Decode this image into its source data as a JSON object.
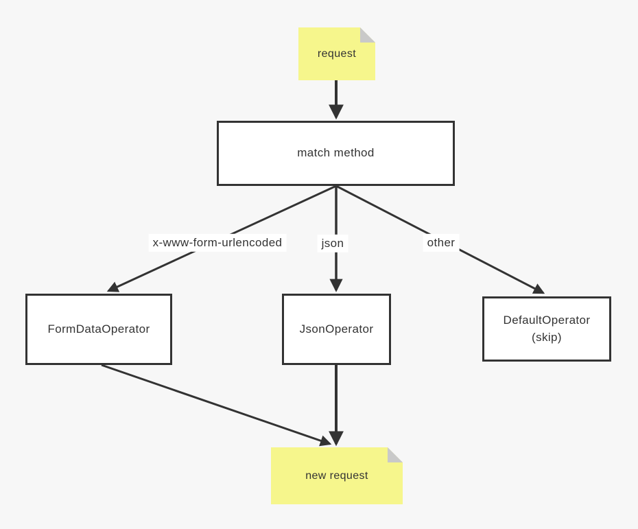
{
  "diagram": {
    "nodes": {
      "request_note": "request",
      "match_method": "match method",
      "form_data_operator": "FormDataOperator",
      "json_operator": "JsonOperator",
      "default_operator_line1": "DefaultOperator",
      "default_operator_line2": "(skip)",
      "new_request_note": "new request"
    },
    "edge_labels": {
      "form_urlencoded": "x-www-form-urlencoded",
      "json": "json",
      "other": "other"
    },
    "colors": {
      "background": "#f7f7f7",
      "box_fill": "#ffffff",
      "box_border": "#333333",
      "note_fill": "#f6f68c",
      "note_fold": "#c9c9c9",
      "edge_stroke": "#333333",
      "text": "#333333",
      "edge_label_background": "#ffffff"
    }
  }
}
